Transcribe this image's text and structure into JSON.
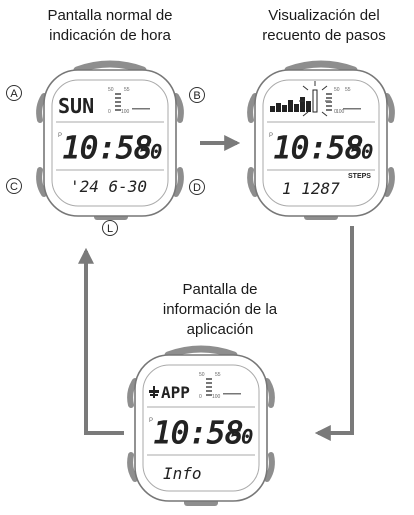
{
  "captions": {
    "normal_line1": "Pantalla normal de",
    "normal_line2": "indicación de hora",
    "steps_line1": "Visualización del",
    "steps_line2": "recuento de pasos",
    "app_line1": "Pantalla de",
    "app_line2": "información de la",
    "app_line3": "aplicación"
  },
  "buttons": {
    "a": "A",
    "b": "B",
    "c": "C",
    "d": "D",
    "l": "L"
  },
  "watch_normal": {
    "day": "SUN",
    "time": "10:58",
    "seconds": "50",
    "date": "'24  6-30",
    "p": "P",
    "scale_top": "50",
    "scale_mid": "55",
    "scale_low": "0",
    "scale_100": "100"
  },
  "watch_steps": {
    "time": "10:58",
    "seconds": "50",
    "steps": "1 1287",
    "steps_label": "STEPS",
    "p": "P",
    "scale_top": "50",
    "scale_mid": "55",
    "scale_low": "0",
    "scale_100": "100"
  },
  "watch_app": {
    "app": "APP",
    "time": "10:58",
    "seconds": "50",
    "info": "Info",
    "p": "P",
    "scale_top": "50",
    "scale_mid": "55",
    "scale_low": "0",
    "scale_100": "100"
  },
  "colors": {
    "watch_gray": "#8e8e8e",
    "arrow_gray": "#7a7a7a"
  }
}
